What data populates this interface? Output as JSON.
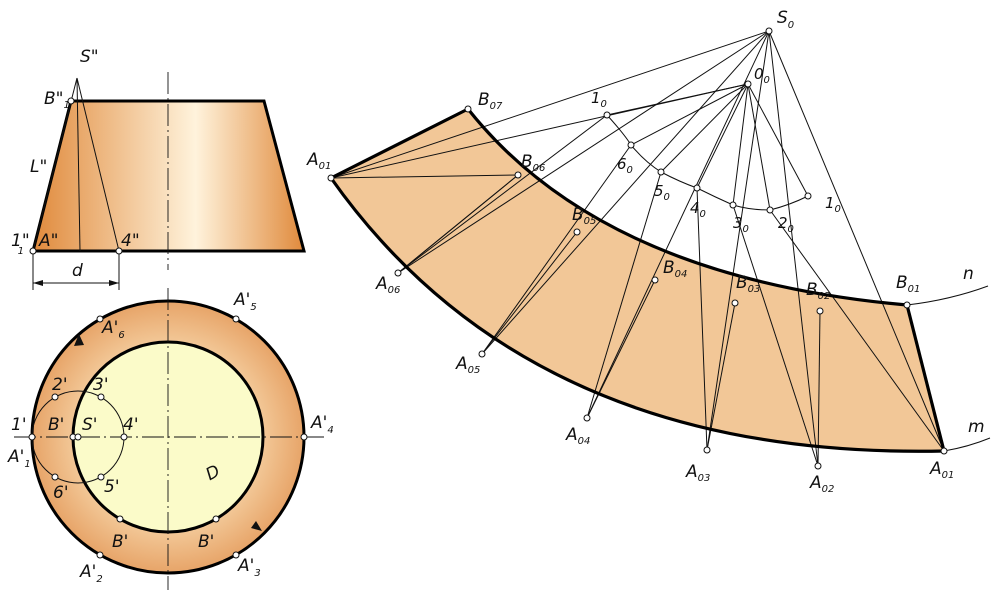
{
  "colors": {
    "cone_light": "#fff3dc",
    "cone_dark": "#e08a3c",
    "ring_fill": "#e7a468",
    "inner_disc": "#fbfbc9",
    "development_fill": "#f2c797",
    "line": "#111111"
  },
  "front_view": {
    "apex": "S\"",
    "top_left": "B\"",
    "top_left_sub": "1",
    "slant": "L\"",
    "bottom_left_1": "1\"",
    "bottom_left_1_sub": "1",
    "bottom_left_a": "A\"",
    "bottom_4": "4\"",
    "dimension": "d"
  },
  "top_view": {
    "A1": "A'",
    "A1_sub": "1",
    "A2": "A'",
    "A2_sub": "2",
    "A3": "A'",
    "A3_sub": "3",
    "A4": "A'",
    "A4_sub": "4",
    "A5": "A'",
    "A5_sub": "5",
    "A6": "A'",
    "A6_sub": "6",
    "p1": "1'",
    "p2": "2'",
    "p3": "3'",
    "p4": "4'",
    "p5": "5'",
    "p6": "6'",
    "B_center": "B'",
    "S_center": "S'",
    "B_lower_left": "B'",
    "B_lower_right": "B'",
    "diameter": "D"
  },
  "development": {
    "S0": "S",
    "S0_sub": "0",
    "O0": "0",
    "O0_sub": "0",
    "one_top": "1",
    "one_top_sub": "0",
    "one_right": "1",
    "one_right_sub": "0",
    "two": "2",
    "two_sub": "0",
    "three": "3",
    "three_sub": "0",
    "four": "4",
    "four_sub": "0",
    "five": "5",
    "five_sub": "0",
    "six": "6",
    "six_sub": "0",
    "B01": "B",
    "B01_sub": "01",
    "B02": "B",
    "B02_sub": "02",
    "B03": "B",
    "B03_sub": "03",
    "B04": "B",
    "B04_sub": "04",
    "B05": "B",
    "B05_sub": "05",
    "B06": "B",
    "B06_sub": "06",
    "B07": "B",
    "B07_sub": "07",
    "A01_left": "A",
    "A01_left_sub": "01",
    "A02": "A",
    "A02_sub": "02",
    "A03": "A",
    "A03_sub": "03",
    "A04": "A",
    "A04_sub": "04",
    "A05": "A",
    "A05_sub": "05",
    "A06": "A",
    "A06_sub": "06",
    "A01_right": "A",
    "A01_right_sub": "01",
    "curve_n": "n",
    "curve_m": "m"
  }
}
